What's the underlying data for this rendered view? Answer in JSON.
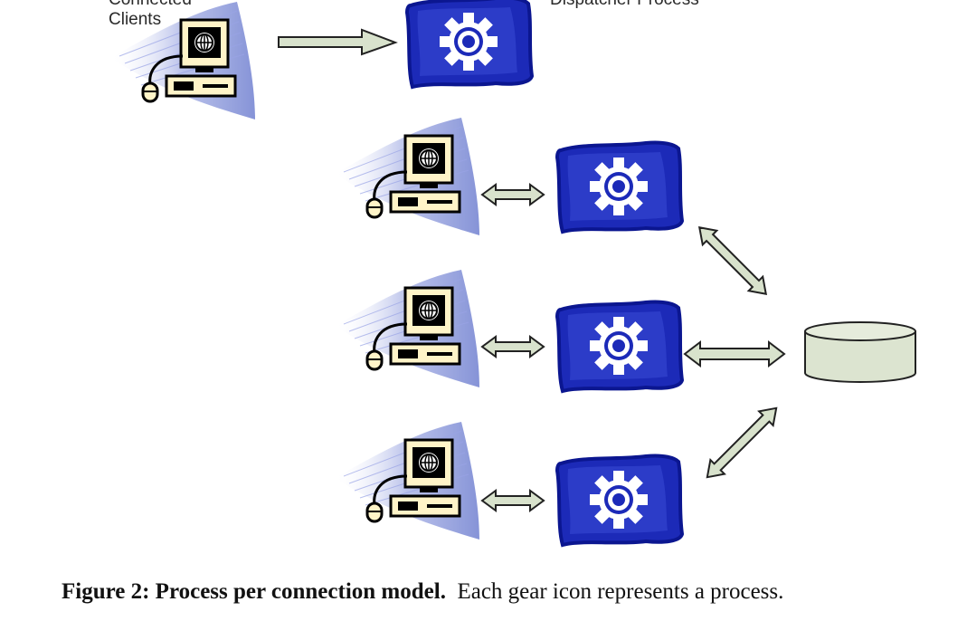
{
  "labels": {
    "connected_clients_line1": "Connected",
    "connected_clients_line2": "Clients",
    "dispatcher_process": "Dispatcher Process"
  },
  "caption": {
    "bold": "Figure 2: Process per connection model.",
    "regular": "Each gear icon represents a process."
  },
  "icons": {
    "client": "computer-terminal-icon",
    "process": "gear-icon",
    "database": "database-cylinder-icon"
  },
  "colors": {
    "process_blue": "#1c2ab8",
    "gear_light": "#cfd4ee",
    "arrow_fill": "#d8e2cc",
    "db_fill": "#dce4d0",
    "swoosh": "#6f7fd0"
  }
}
